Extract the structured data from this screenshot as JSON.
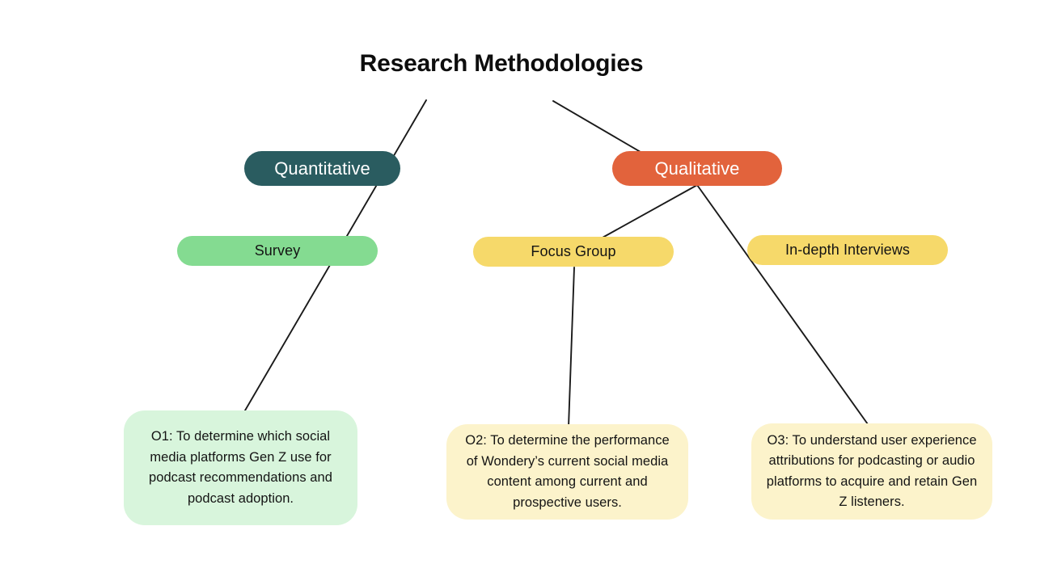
{
  "diagram": {
    "title": "Research Methodologies",
    "type": "tree",
    "background_color": "#ffffff",
    "edge_color": "#1a1a1a",
    "nodes": [
      {
        "id": "quantitative",
        "label": "Quantitative",
        "level": 1,
        "fill": "#2a5c60",
        "text_color": "#ffffff"
      },
      {
        "id": "qualitative",
        "label": "Qualitative",
        "level": 1,
        "fill": "#e2633c",
        "text_color": "#ffffff"
      },
      {
        "id": "survey",
        "label": "Survey",
        "level": 2,
        "fill": "#84db91",
        "text_color": "#141414"
      },
      {
        "id": "focus-group",
        "label": "Focus Group",
        "level": 2,
        "fill": "#f6d96a",
        "text_color": "#141414"
      },
      {
        "id": "interviews",
        "label": "In-depth Interviews",
        "level": 2,
        "fill": "#f6d96a",
        "text_color": "#141414"
      },
      {
        "id": "objective-1",
        "label": "O1: To determine which social media platforms Gen Z use for podcast recommendations and podcast adoption.",
        "level": 3,
        "fill": "#d8f5dc",
        "text_color": "#141414"
      },
      {
        "id": "objective-2",
        "label": "O2: To determine the performance of Wondery’s current social media content among current and prospective users.",
        "level": 3,
        "fill": "#fcf3cb",
        "text_color": "#141414"
      },
      {
        "id": "objective-3",
        "label": "O3: To understand user experience attributions for podcasting or audio platforms to acquire and retain Gen Z listeners.",
        "level": 3,
        "fill": "#fcf3cb",
        "text_color": "#141414"
      }
    ],
    "edges": [
      {
        "from": "title",
        "to": "quantitative"
      },
      {
        "from": "title",
        "to": "qualitative"
      },
      {
        "from": "quantitative",
        "to": "survey"
      },
      {
        "from": "survey",
        "to": "objective-1"
      },
      {
        "from": "qualitative",
        "to": "focus-group"
      },
      {
        "from": "qualitative",
        "to": "interviews"
      },
      {
        "from": "focus-group",
        "to": "objective-2"
      },
      {
        "from": "interviews",
        "to": "objective-3"
      }
    ]
  }
}
